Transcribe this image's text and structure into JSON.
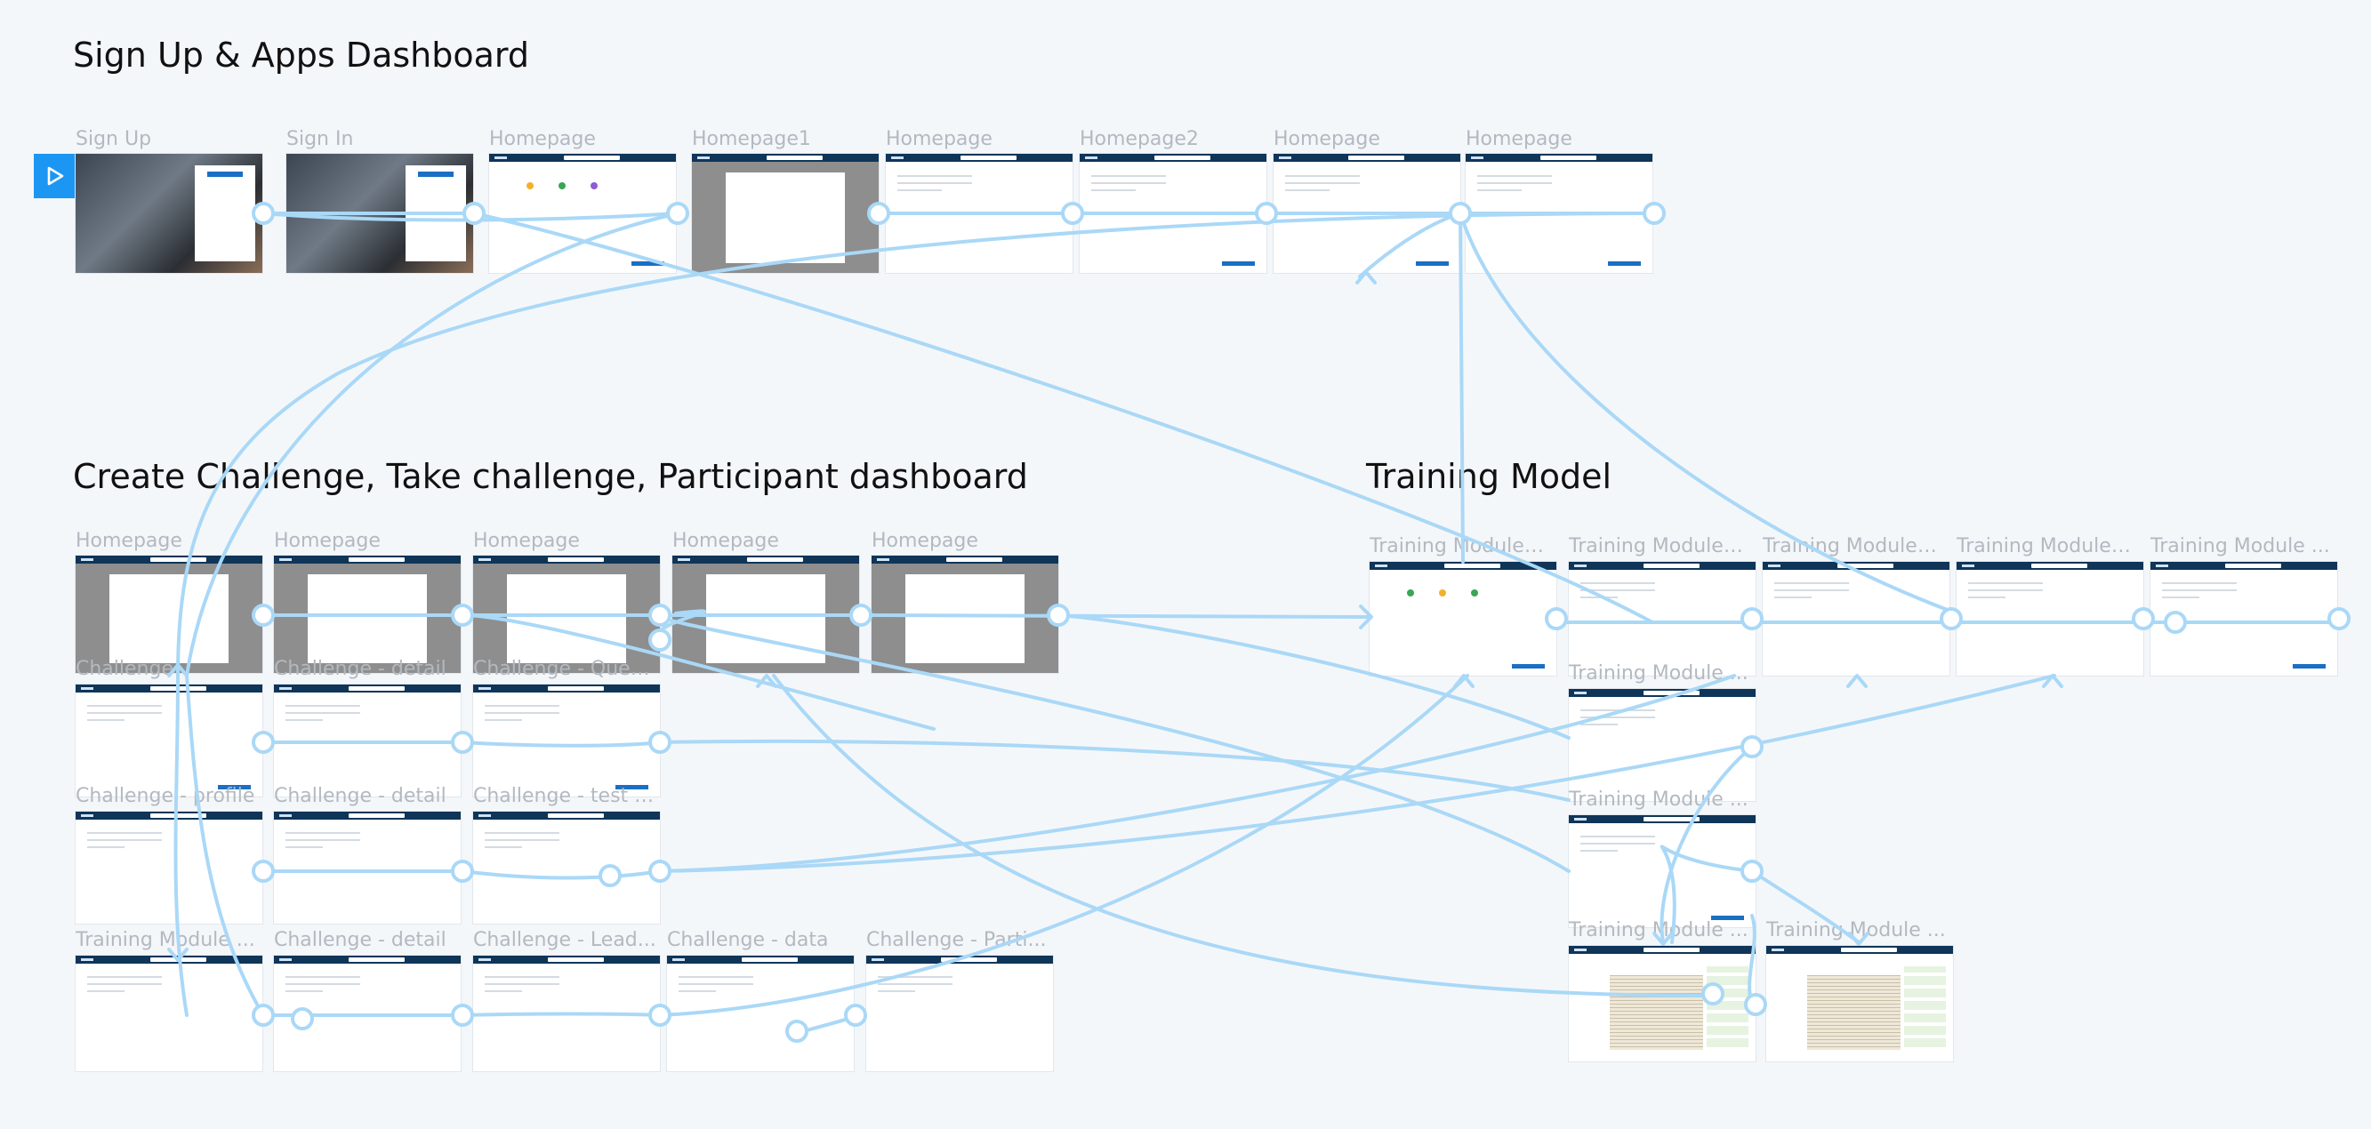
{
  "sections": {
    "signup": "Sign Up & Apps Dashboard",
    "challenge": "Create Challenge, Take challenge, Participant dashboard",
    "training": "Training Model"
  },
  "frames": {
    "r1": [
      "Sign Up",
      "Sign In",
      "Homepage",
      "Homepage1",
      "Homepage",
      "Homepage2",
      "Homepage",
      "Homepage"
    ],
    "r2": [
      "Homepage",
      "Homepage",
      "Homepage",
      "Homepage",
      "Homepage"
    ],
    "r3": [
      "Challenge",
      "Challenge - detail",
      "Challenge - Ques…"
    ],
    "r4": [
      "Challenge - profile",
      "Challenge - detail",
      "Challenge - test r…"
    ],
    "r5": [
      "Training Module ...",
      "Challenge - detail",
      "Challenge - Lead...",
      "Challenge - data",
      "Challenge - Parti..."
    ],
    "t1": [
      "Training Module ...",
      "Training Module ...",
      "Training Module ...",
      "Training Module ...",
      "Training Module ..."
    ],
    "t2": [
      "Training Module ...",
      "Training Module ...",
      "Training Module ...",
      "Training Module ..."
    ]
  },
  "colors": {
    "accent": "#1b97f3",
    "connector": "#aad8f7",
    "nav": "#0f3558"
  },
  "icons": {
    "play": "play-icon"
  }
}
